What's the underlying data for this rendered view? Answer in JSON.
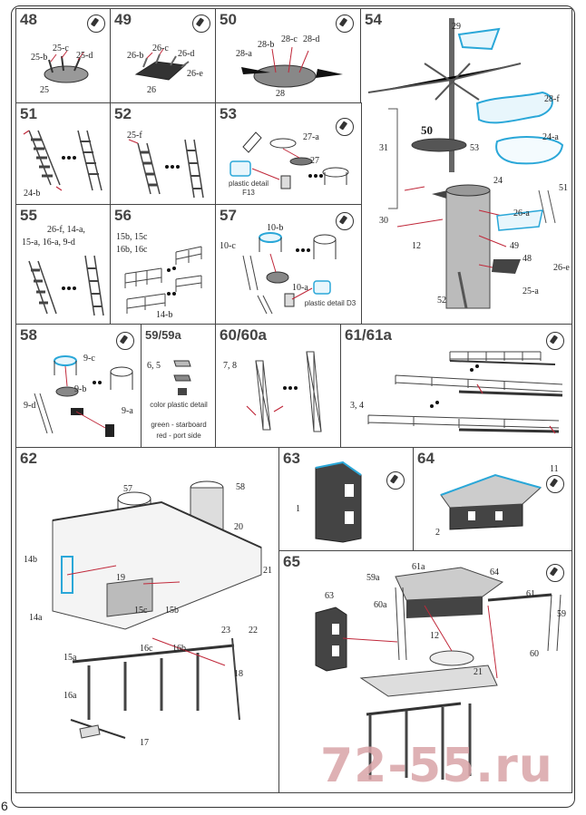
{
  "page_number": "6",
  "watermark": "72-55.ru",
  "steps": {
    "s48": {
      "num": "48",
      "parts": [
        "25-b",
        "25-c",
        "25-d",
        "25"
      ]
    },
    "s49": {
      "num": "49",
      "parts": [
        "26-b",
        "26-c",
        "26-d",
        "26-e",
        "26"
      ]
    },
    "s50": {
      "num": "50",
      "parts": [
        "28-b",
        "28-c",
        "28-d",
        "28-a",
        "28"
      ]
    },
    "s51": {
      "num": "51",
      "parts": [
        "24-b"
      ]
    },
    "s52": {
      "num": "52",
      "parts": [
        "25-f"
      ]
    },
    "s53": {
      "num": "53",
      "parts": [
        "27-a",
        "27"
      ],
      "note": "plastic detail F13"
    },
    "s54": {
      "num": "54",
      "parts": [
        "29",
        "28-f",
        "50",
        "24-a",
        "31",
        "53",
        "24",
        "51",
        "30",
        "26-a",
        "12",
        "49",
        "48",
        "26-e",
        "52",
        "25-a"
      ]
    },
    "s55": {
      "num": "55",
      "parts": [
        "26-f, 14-a,",
        "15-a, 16-a, 9-d"
      ]
    },
    "s56": {
      "num": "56",
      "parts": [
        "15b, 15c",
        "16b, 16c",
        "14-b"
      ]
    },
    "s57": {
      "num": "57",
      "parts": [
        "10-b",
        "10-c",
        "10-a"
      ],
      "note": "plastic detail D3"
    },
    "s58": {
      "num": "58",
      "parts": [
        "9-c",
        "9-b",
        "9-d",
        "9-a"
      ]
    },
    "s59": {
      "num": "59/59a",
      "parts": [
        "6, 5"
      ],
      "note1": "color plastic detail",
      "note2": "green - starboard",
      "note3": "red - port side"
    },
    "s60": {
      "num": "60/60a",
      "parts": [
        "7, 8"
      ]
    },
    "s61": {
      "num": "61/61a",
      "parts": [
        "3, 4"
      ]
    },
    "s62": {
      "num": "62",
      "parts": [
        "57",
        "58",
        "20",
        "21",
        "14b",
        "19",
        "15c",
        "15b",
        "14a",
        "23",
        "22",
        "15a",
        "16c",
        "16b",
        "18",
        "16a",
        "17"
      ]
    },
    "s63": {
      "num": "63",
      "parts": [
        "1"
      ]
    },
    "s64": {
      "num": "64",
      "parts": [
        "11",
        "2"
      ]
    },
    "s65": {
      "num": "65",
      "parts": [
        "59a",
        "61a",
        "64",
        "61",
        "59",
        "63",
        "60a",
        "12",
        "60",
        "21"
      ]
    }
  },
  "colors": {
    "lines": "#c0283a",
    "accent": "#2aa7d8",
    "ink": "#333333",
    "watermark": "#d9a4a8"
  }
}
